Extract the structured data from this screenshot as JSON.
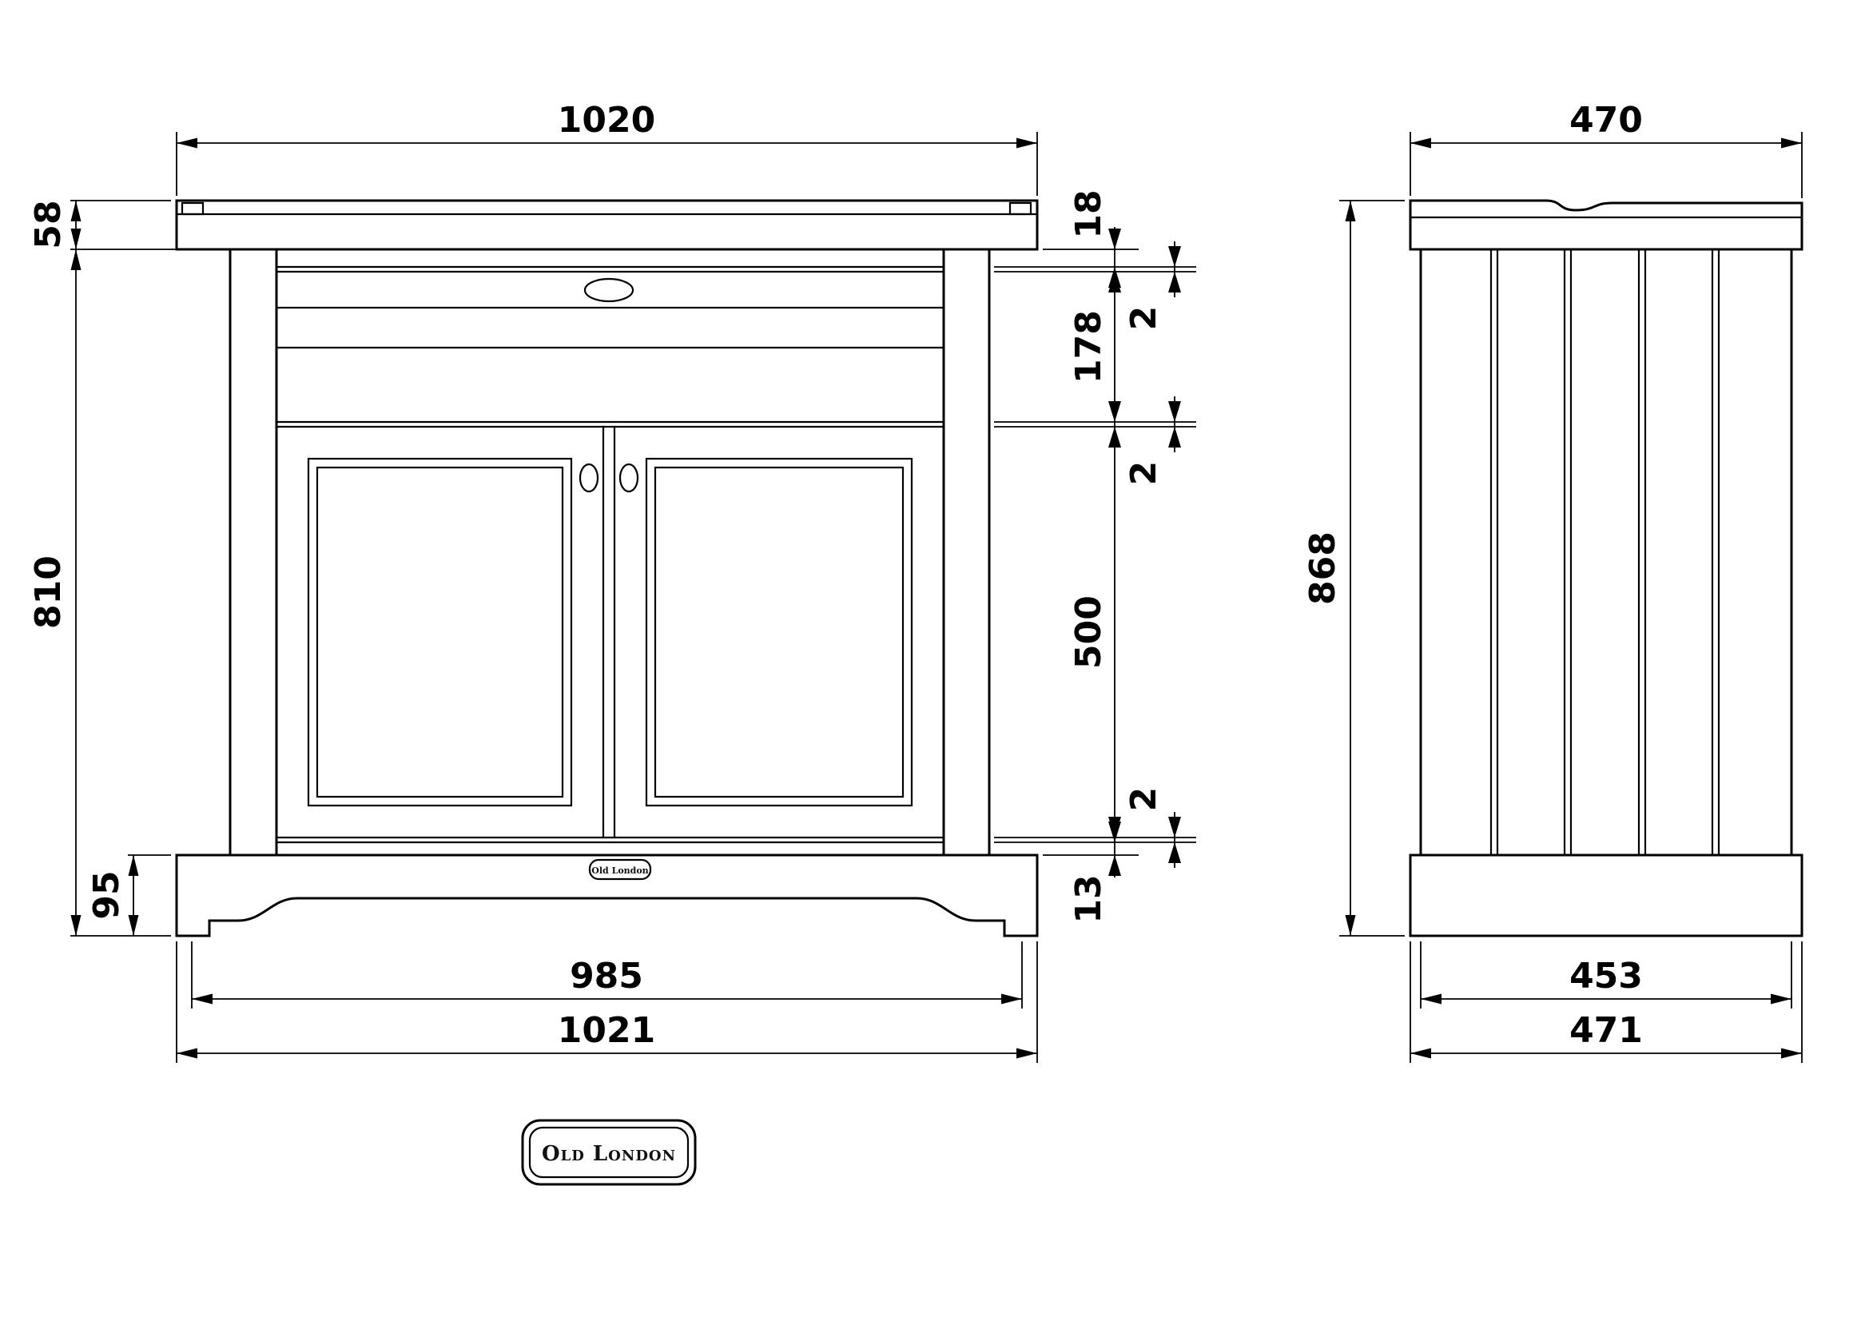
{
  "brand": {
    "logo_text": "Old London",
    "badge_text": "Old London"
  },
  "front_view": {
    "top_width": "1020",
    "worktop_height": "58",
    "cabinet_height": "810",
    "plinth_height": "95",
    "worktop_edge": "18",
    "gap_top": "2",
    "drawer_front": "178",
    "gap_middle": "2",
    "door_height": "500",
    "gap_bottom": "2",
    "bottom_rail": "13",
    "base_width": "985",
    "overall_width": "1021"
  },
  "side_view": {
    "top_depth": "470",
    "overall_height": "868",
    "base_depth": "453",
    "overall_depth": "471"
  }
}
